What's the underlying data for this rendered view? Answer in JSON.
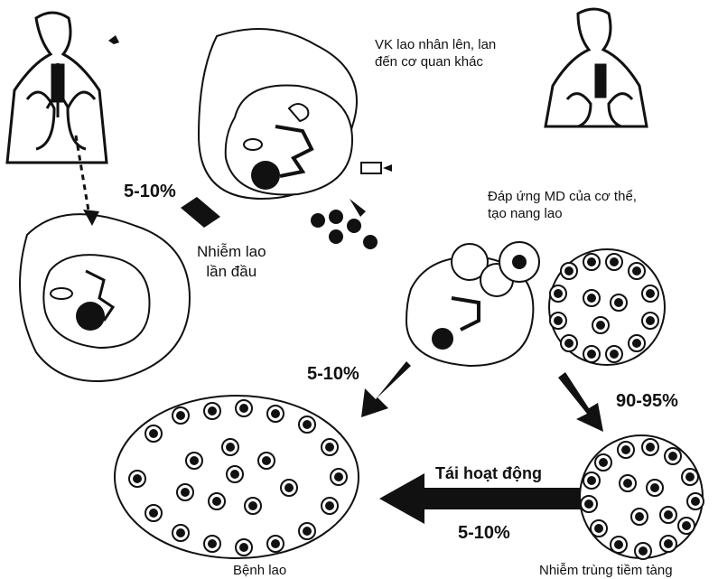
{
  "labels": {
    "spread": "VK lao nhân lên, lan\nđến cơ quan khác",
    "immune": "Đáp ứng MD của cơ thể,\ntạo nang lao",
    "first_infection": "Nhiễm lao\nlần đầu",
    "pct_first": "5-10%",
    "pct_direct": "5-10%",
    "pct_latent": "90-95%",
    "reactivation": "Tái hoạt động",
    "pct_reactivation": "5-10%",
    "disease": "Bệnh lao",
    "latent": "Nhiễm trùng tiềm tàng"
  },
  "colors": {
    "ink": "#111111",
    "paper": "#ffffff"
  }
}
